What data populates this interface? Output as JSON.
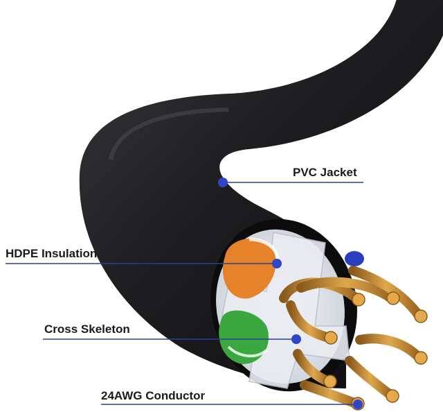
{
  "labels": {
    "pvc_jacket": "PVC Jacket",
    "hdpe_insulation": "HDPE Insulation",
    "cross_skeleton": "Cross Skeleton",
    "conductor": "24AWG Conductor"
  },
  "colors": {
    "cable": "#1b1b1d",
    "leader_line": "#2d3f8f",
    "leader_dot": "#2f46c6",
    "copper": "#c98a2e",
    "copper_tip": "#e3a94a",
    "orange_pair": "#e6832a",
    "green_pair": "#3aa83e",
    "blue_pair": "#2a3fc0",
    "skeleton": "#dde3ea",
    "label_text": "#1a1a1a"
  }
}
